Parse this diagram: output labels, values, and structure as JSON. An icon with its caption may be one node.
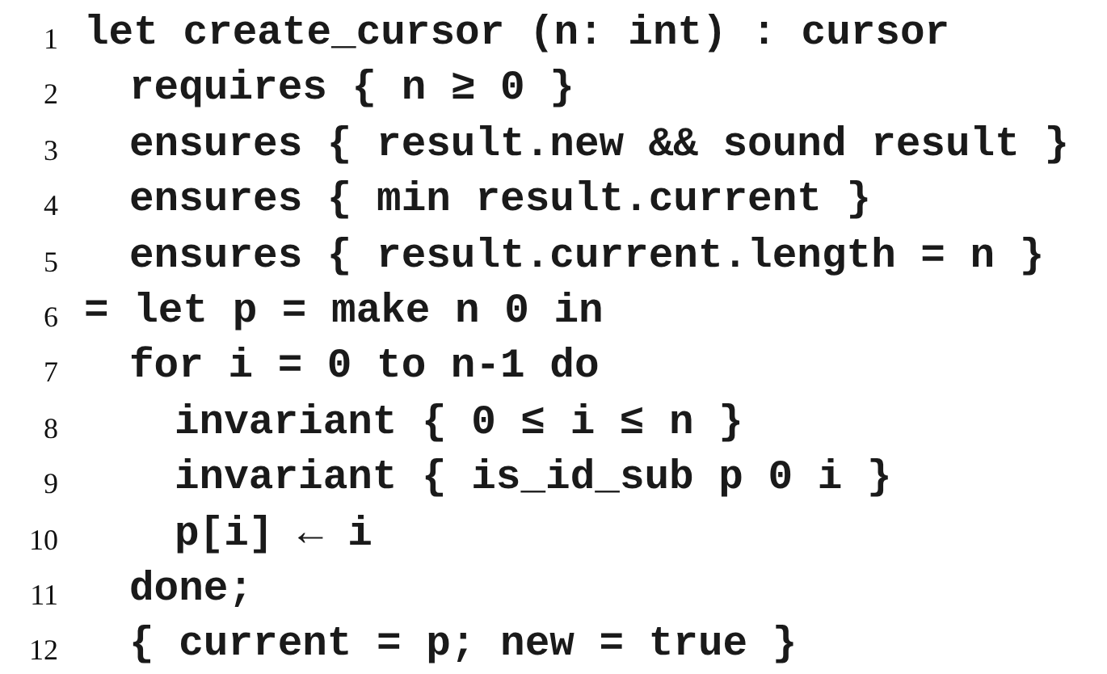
{
  "diagram": {
    "labels": [
      "1",
      "let create_cursor (n: int) : cursor",
      "2",
      "requires { n ≥ 0 }",
      "3",
      "ensures { result.new && sound result }",
      "4",
      "ensures { min result.current }",
      "5",
      "ensures { result.current.length = n }",
      "6",
      "= let p = make n 0 in",
      "7",
      "for i = 0 to n-1 do",
      "8",
      "invariant { 0 ≤ i ≤ n }",
      "9",
      "invariant { is_id_sub p 0 i }",
      "10",
      "p[i] ← i",
      "11",
      "done;",
      "12",
      "{ current = p; new = true }"
    ]
  }
}
